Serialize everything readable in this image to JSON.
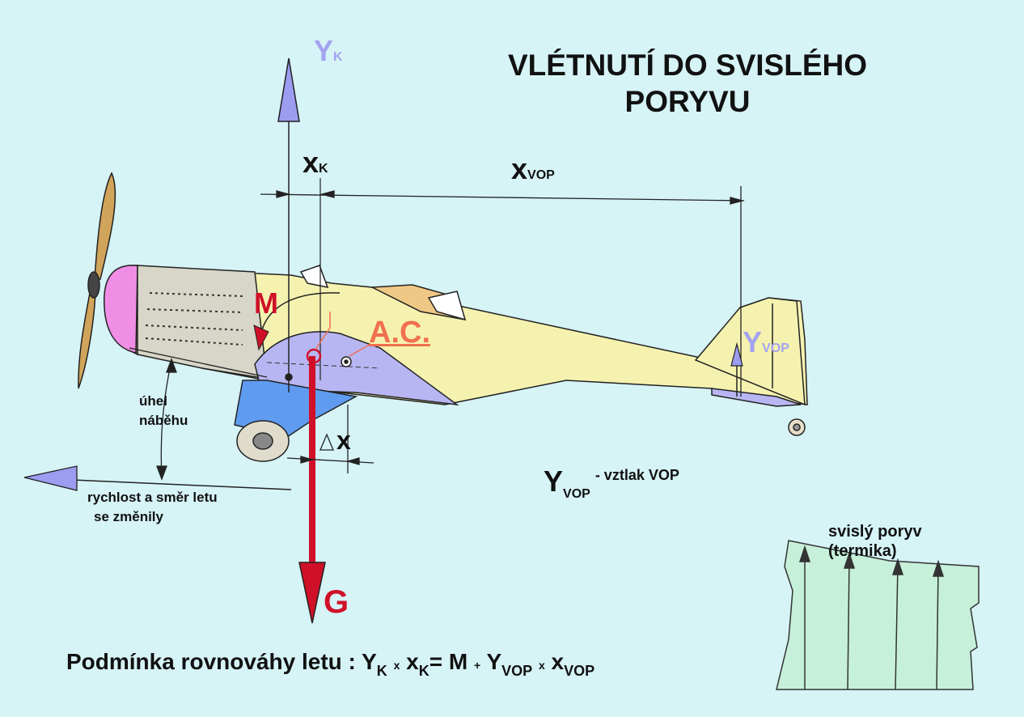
{
  "title": "VLÉTNUTÍ DO SVISLÉHO PORYVU",
  "labels": {
    "yk_main": "Y",
    "yk_sub": "K",
    "xk_main": "x",
    "xk_sub": "K",
    "xvop_main": "x",
    "xvop_sub": "VOP",
    "moment": "M",
    "ac": "A.C.",
    "yvop_tail_main": "Y",
    "yvop_tail_sub": "VOP",
    "delta_x": "x",
    "gravity": "G",
    "angle_of_attack_1": "úhel",
    "angle_of_attack_2": "náběhu",
    "speed_1": "rychlost a směr letu",
    "speed_2": "se změnily",
    "yvop_legend_main": "Y",
    "yvop_legend_sub": "VOP",
    "yvop_legend_text": "- vztlak  VOP",
    "gust_1": "svislý poryv",
    "gust_2": "(termika)"
  },
  "formula": {
    "prefix": "Podmínka rovnováhy letu : Y",
    "sub_k1": "K",
    "times1": "x",
    "x1": "x",
    "sub_k2": "K",
    "eq": "= M",
    "plus": "+",
    "y2": "Y",
    "sub_vop1": "VOP",
    "times2": "x",
    "x2": "x",
    "sub_vop2": "VOP"
  },
  "colors": {
    "background": "#d6f3f6",
    "fuselage": "#f5f2b0",
    "cowling": "#d8d6c8",
    "spinner": "#f08ee6",
    "wing": "#b8b6f2",
    "wing_under": "#5f9cf0",
    "gravity": "#d01028",
    "lift": "#9c9cf0",
    "gust": "#c6f0da",
    "ac_label": "#f07050"
  }
}
